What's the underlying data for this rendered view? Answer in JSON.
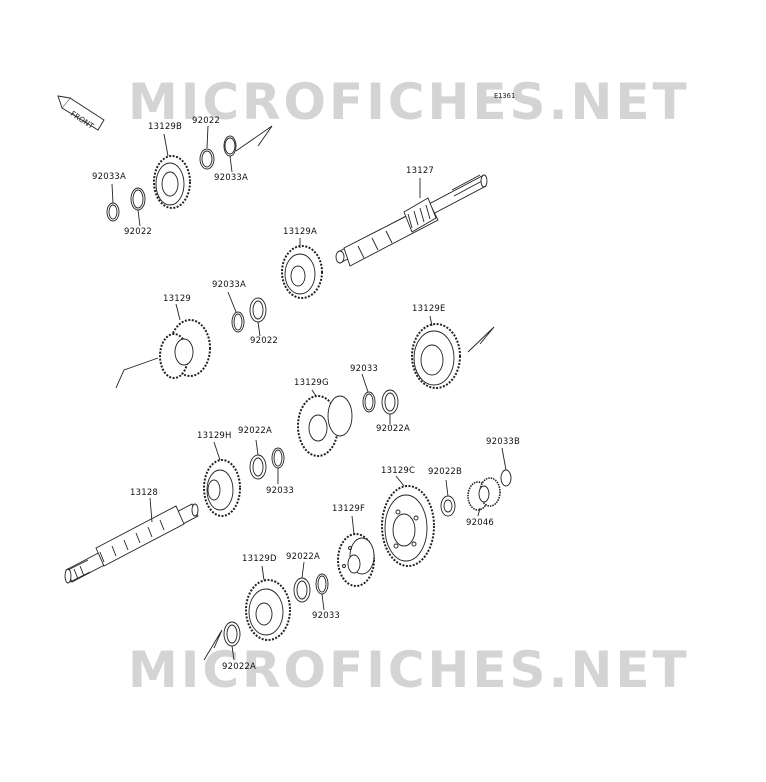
{
  "watermark": "MICROFICHES.NET",
  "diagram_code": "E1361",
  "front_label": "FRONT",
  "labels": {
    "l13129B": "13129B",
    "l92022_top": "92022",
    "l92033A_top": "92033A",
    "l92033A_left": "92033A",
    "l92022_left": "92022",
    "l13127": "13127",
    "l13129A": "13129A",
    "l92033A_mid": "92033A",
    "l13129": "13129",
    "l92022_mid": "92022",
    "l13129E": "13129E",
    "l92033": "92033",
    "l13129G": "13129G",
    "l92022A_mid": "92022A",
    "l13129H": "13129H",
    "l92022A_h": "92022A",
    "l92033_h": "92033",
    "l92033B": "92033B",
    "l13129C": "13129C",
    "l92022B": "92022B",
    "l13128": "13128",
    "l13129F": "13129F",
    "l92046": "92046",
    "l13129D": "13129D",
    "l92022A_d": "92022A",
    "l92033_d": "92033",
    "l92022A_bot": "92022A"
  }
}
